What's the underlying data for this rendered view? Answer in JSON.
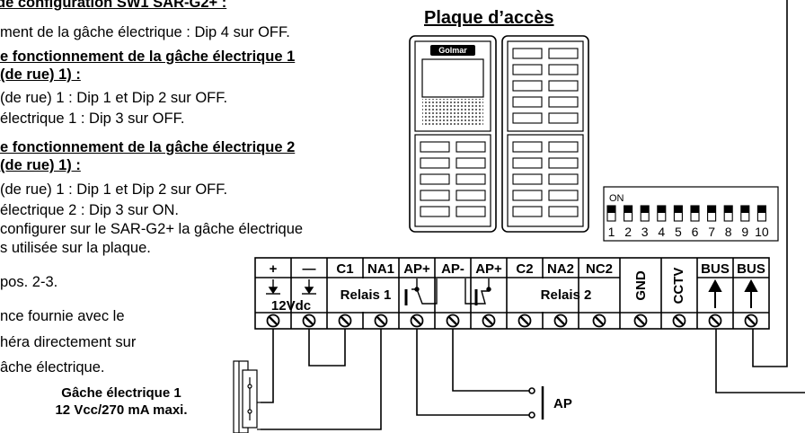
{
  "left_text": {
    "heading": "de configuration SW1 SAR-G2+ :",
    "line1": "ment de la gâche électrique : Dip 4 sur OFF.",
    "sub1_title_a": "e fonctionnement de la gâche électrique 1",
    "sub1_title_b": "(de rue) 1) :",
    "sub1_line1": "(de rue) 1 : Dip 1 et Dip 2 sur OFF.",
    "sub1_line2": "électrique 1 : Dip 3 sur OFF.",
    "sub2_title_a": "e fonctionnement de la gâche électrique 2",
    "sub2_title_b": "(de rue) 1) :",
    "sub2_line1": "(de rue) 1 : Dip 1 et Dip 2 sur OFF.",
    "sub2_line2": "électrique 2 : Dip 3 sur ON.",
    "sub2_line3": "configurer sur le SAR-G2+ la gâche électrique",
    "sub2_line4": "s utilisée sur la plaque.",
    "pos_line": "pos. 2-3.",
    "note_line1": "nce fournie avec le",
    "note_line2": "héra directement sur",
    "note_line3": "âche électrique."
  },
  "panel": {
    "title": "Plaque d’accès",
    "logo": "Golmar"
  },
  "dip_switch": {
    "on_label": "ON",
    "numbers": [
      "1",
      "2",
      "3",
      "4",
      "5",
      "6",
      "7",
      "8",
      "9",
      "10"
    ]
  },
  "terminal_block": {
    "power_plus": "+",
    "power_minus": "—",
    "power_label": "12Vdc",
    "relay1_cols": [
      "C1",
      "NA1",
      "AP+",
      "AP-"
    ],
    "relay2_cols": [
      "AP+",
      "C2",
      "NA2",
      "NC2"
    ],
    "relay1_label": "Relais 1",
    "relay2_label": "Relais 2",
    "gnd": "GND",
    "cctv": "CCTV",
    "bus1": "BUS",
    "bus2": "BUS"
  },
  "strike": {
    "label_line1": "Gâche électrique 1",
    "label_line2": "12 Vcc/270 mA maxi."
  },
  "ap_button": {
    "label": "AP"
  }
}
